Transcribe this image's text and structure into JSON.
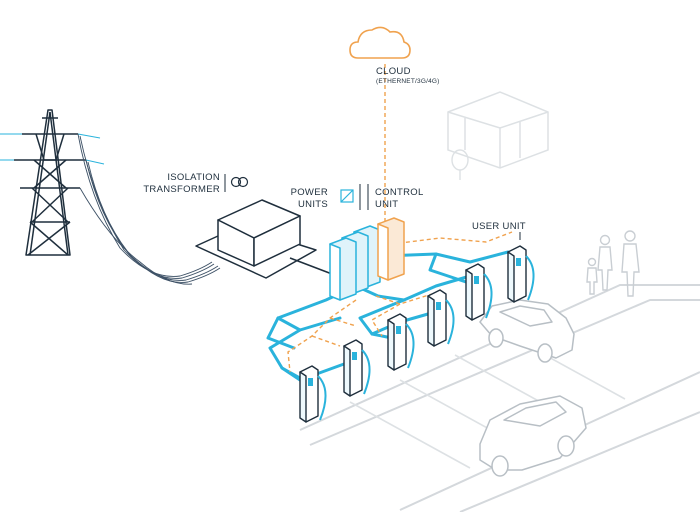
{
  "labels": {
    "cloud": "CLOUD",
    "cloud_sub": "(ETHERNET/3G/4G)",
    "isolation_line1": "ISOLATION",
    "isolation_line2": "TRANSFORMER",
    "power_line1": "POWER",
    "power_line2": "UNITS",
    "control_line1": "CONTROL",
    "control_line2": "UNIT",
    "user_unit": "USER UNIT"
  },
  "icons": {
    "cloud": "cloud-icon",
    "transformer": "transformer-symbol-icon",
    "power_unit": "ac-dc-converter-icon",
    "tower": "transmission-tower-icon",
    "car": "car-icon",
    "people": "family-icon",
    "building": "building-icon",
    "tree": "tree-icon"
  },
  "colors": {
    "power_line": "#2ab3dc",
    "data_line": "#f0a24e",
    "outline": "#1f2f3d",
    "faint": "#d4d8dc",
    "cloud": "#f0a24e",
    "cabinet_blue": "#dff3fa",
    "cabinet_orange": "#fbe9d6"
  }
}
